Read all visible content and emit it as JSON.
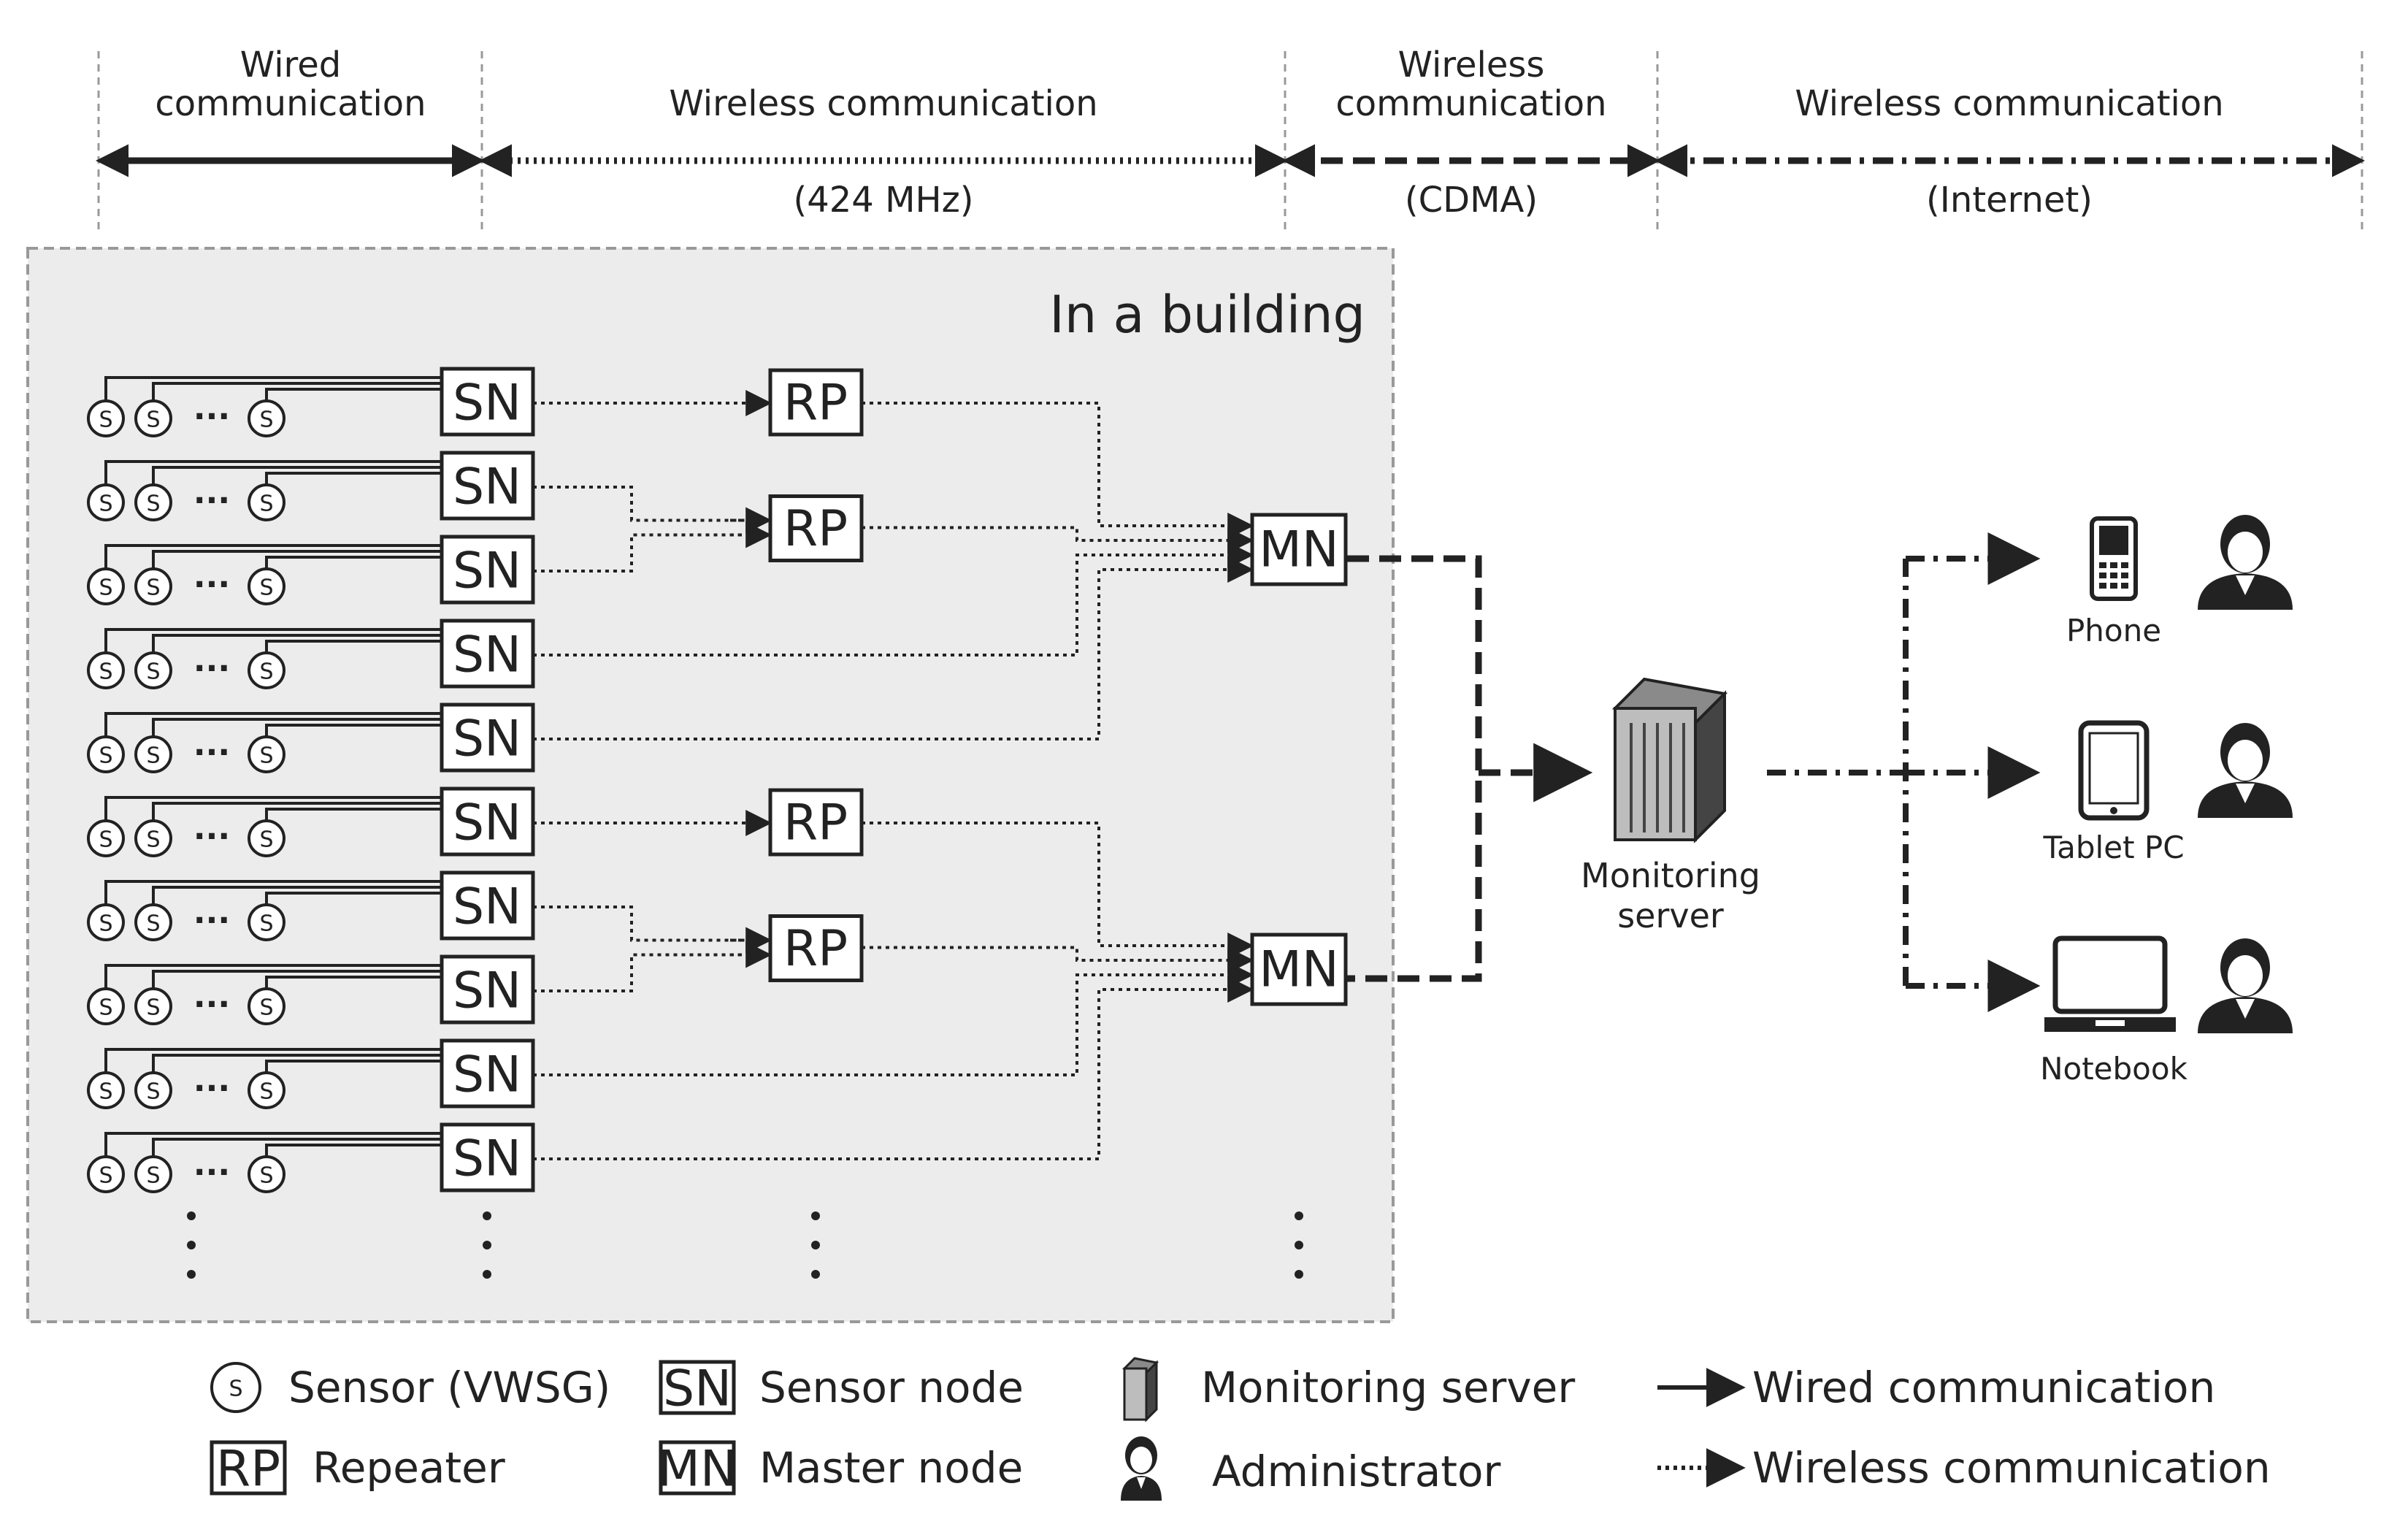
{
  "header": {
    "segments": [
      {
        "top": [
          "Wired",
          "communication"
        ],
        "bottom": ""
      },
      {
        "top": [
          "Wireless communication"
        ],
        "bottom": "(424 MHz)"
      },
      {
        "top": [
          "Wireless",
          "communication"
        ],
        "bottom": "(CDMA)"
      },
      {
        "top": [
          "Wireless communication"
        ],
        "bottom": "(Internet)"
      }
    ]
  },
  "building_label": "In a building",
  "node_labels": {
    "sensor": "S",
    "sensor_node": "SN",
    "repeater": "RP",
    "master_node": "MN",
    "ellipsis": "···"
  },
  "server_label": [
    "Monitoring",
    "server"
  ],
  "devices": [
    {
      "label": "Phone",
      "icon": "phone-icon"
    },
    {
      "label": "Tablet PC",
      "icon": "tablet-icon"
    },
    {
      "label": "Notebook",
      "icon": "notebook-icon"
    }
  ],
  "legend": {
    "sensor": "Sensor (VWSG)",
    "sensor_node": "Sensor node",
    "monitoring_server": "Monitoring server",
    "wired": "Wired communication",
    "repeater": "Repeater",
    "master_node": "Master node",
    "administrator": "Administrator",
    "wireless": "Wireless communication"
  },
  "colors": {
    "line": "#222222",
    "building_bg": "#ececec"
  }
}
